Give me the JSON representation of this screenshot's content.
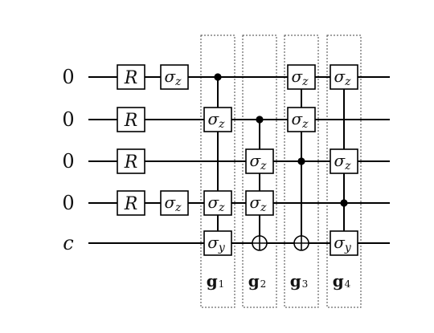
{
  "rows": [
    {
      "label": "0",
      "italic": false
    },
    {
      "label": "0",
      "italic": false
    },
    {
      "label": "0",
      "italic": false
    },
    {
      "label": "0",
      "italic": false
    },
    {
      "label": "c",
      "italic": true
    }
  ],
  "symbols": {
    "R": "R",
    "sigma": "σ",
    "z": "z",
    "y": "y"
  },
  "prep_gates": [
    {
      "row": 0,
      "type": "R"
    },
    {
      "row": 1,
      "type": "R"
    },
    {
      "row": 2,
      "type": "R"
    },
    {
      "row": 3,
      "type": "R"
    },
    {
      "row": 0,
      "type": "sz"
    },
    {
      "row": 3,
      "type": "sz"
    }
  ],
  "generators": [
    {
      "label": "g",
      "index": "1",
      "control_row": 0,
      "elements": [
        {
          "row": 0,
          "type": "control"
        },
        {
          "row": 1,
          "type": "sz"
        },
        {
          "row": 3,
          "type": "sz"
        },
        {
          "row": 4,
          "type": "sy"
        }
      ]
    },
    {
      "label": "g",
      "index": "2",
      "control_row": 1,
      "elements": [
        {
          "row": 1,
          "type": "control"
        },
        {
          "row": 2,
          "type": "sz"
        },
        {
          "row": 3,
          "type": "sz"
        },
        {
          "row": 4,
          "type": "target"
        }
      ]
    },
    {
      "label": "g",
      "index": "3",
      "control_row": 2,
      "elements": [
        {
          "row": 0,
          "type": "sz"
        },
        {
          "row": 1,
          "type": "sz"
        },
        {
          "row": 2,
          "type": "control"
        },
        {
          "row": 4,
          "type": "target"
        }
      ]
    },
    {
      "label": "g",
      "index": "4",
      "control_row": 3,
      "elements": [
        {
          "row": 0,
          "type": "sz"
        },
        {
          "row": 2,
          "type": "sz"
        },
        {
          "row": 3,
          "type": "control"
        },
        {
          "row": 4,
          "type": "sy"
        }
      ]
    }
  ]
}
